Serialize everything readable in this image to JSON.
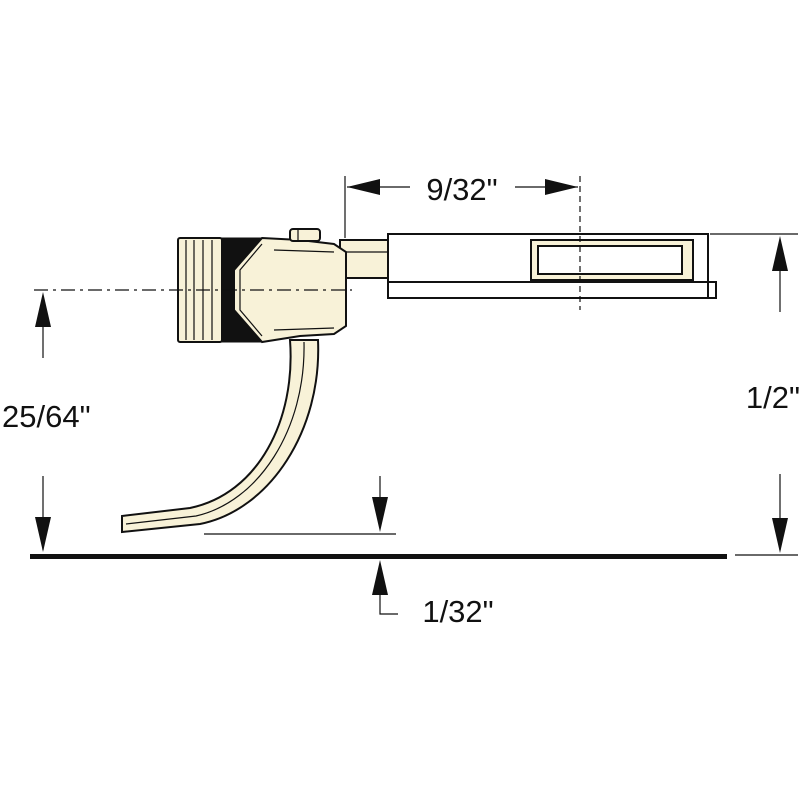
{
  "dimensions": {
    "shank_length": "9/32\"",
    "center_height": "25/64\"",
    "overall_height": "1/2\"",
    "trip_pin_clearance": "1/32\""
  },
  "colors": {
    "ink": "#111111",
    "part_fill": "#f8f2d8",
    "background": "#ffffff"
  }
}
